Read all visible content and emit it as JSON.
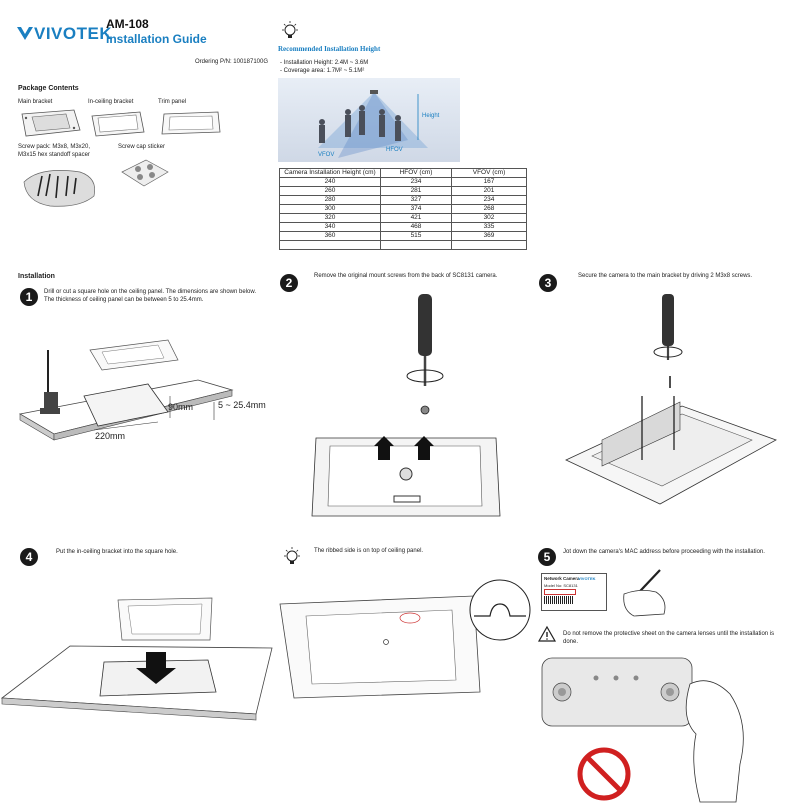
{
  "brand": {
    "logo_text": "VIVOTEK",
    "model": "AM-108",
    "guide_title": "Installation Guide",
    "accent": "#1a7fc1"
  },
  "ordering": {
    "label": "Ordering P/N: 100187100G"
  },
  "package": {
    "heading": "Package Contents",
    "items": {
      "main_bracket": "Main bracket",
      "inceiling_bracket": "In-ceiling bracket",
      "trim_panel": "Trim panel",
      "screw_pack": "Screw pack: M3x8, M3x20,",
      "screw_pack_2": "M3x15 hex standoff spacer",
      "screw_cap": "Screw cap sticker"
    }
  },
  "recommended": {
    "heading": "Recommended Installation Height",
    "line1": "- Installation Height: 2.4M ~ 3.6M",
    "line2": "- Coverage area: 1.7M² ~ 5.1M²",
    "diagram": {
      "height": "Height",
      "vfov": "VFOV",
      "hfov": "HFOV"
    }
  },
  "height_table": {
    "headers": [
      "Camera Installation Height (cm)",
      "HFOV (cm)",
      "VFOV (cm)"
    ],
    "rows": [
      [
        "240",
        "234",
        "167"
      ],
      [
        "260",
        "281",
        "201"
      ],
      [
        "280",
        "327",
        "234"
      ],
      [
        "300",
        "374",
        "268"
      ],
      [
        "320",
        "421",
        "302"
      ],
      [
        "340",
        "468",
        "335"
      ],
      [
        "360",
        "515",
        "369"
      ],
      [
        "",
        "",
        ""
      ]
    ]
  },
  "installation": {
    "heading": "Installation"
  },
  "steps": {
    "s1": {
      "num": "1",
      "text1": "Drill or cut a square hole on the ceiling panel. The dimensions are shown below.",
      "text2": "The thickness of ceiling panel can be between 5 to 25.4mm.",
      "dim_h": "90mm",
      "dim_w": "220mm",
      "dim_t": "5 ~ 25.4mm"
    },
    "s2": {
      "num": "2",
      "text": "Remove the original mount screws from the back of SC8131 camera."
    },
    "s3": {
      "num": "3",
      "text": "Secure the camera to the main bracket by driving 2 M3x8 screws."
    },
    "s4": {
      "num": "4",
      "text": "Put the in-ceiling bracket into the square hole."
    },
    "tip": {
      "text": "The ribbed side is on top of ceiling panel."
    },
    "s5": {
      "num": "5",
      "text": "Jot down the camera's MAC address before proceeding with the installation.",
      "label_title": "Network Camera",
      "label_brand": "VIVOTEK",
      "label_model": "Model No: SC8131"
    },
    "warning": {
      "text1": "Do not remove the protective sheet on the camera lenses until the installation is",
      "text2": "done."
    }
  }
}
